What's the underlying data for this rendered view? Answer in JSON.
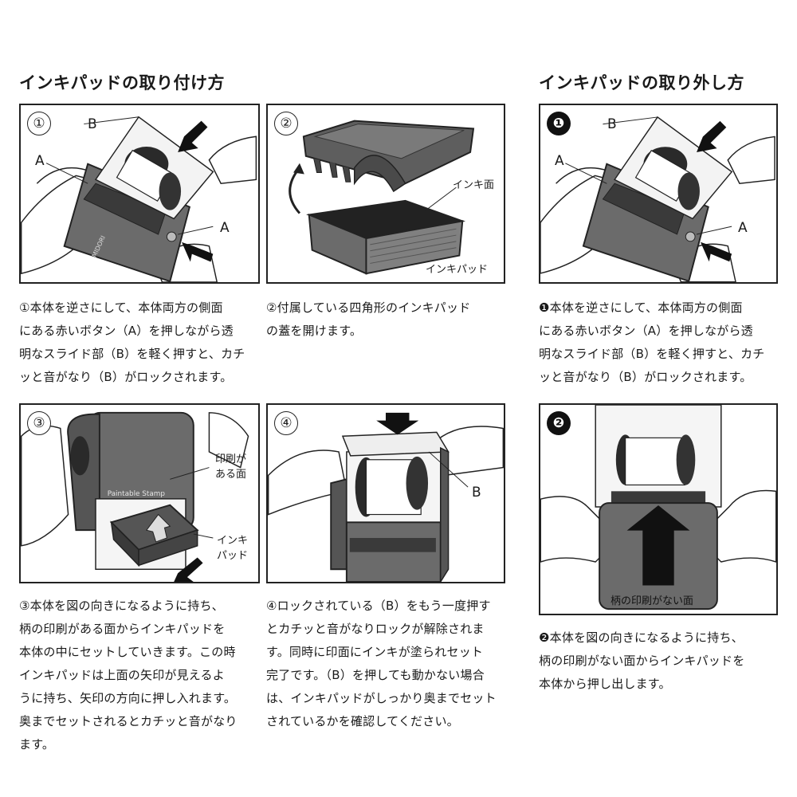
{
  "headings": {
    "attach": "インキパッドの取り付け方",
    "remove": "インキパッドの取り外し方"
  },
  "step_numbers": {
    "p1": "①",
    "p2": "②",
    "p3": "③",
    "p4": "④",
    "r1": "❶",
    "r2": "❷"
  },
  "labels": {
    "p1_b": "B",
    "p1_a_left": "A",
    "p1_a_right": "A",
    "p2_ink_surface": "インキ面",
    "p2_ink_pad": "インキパッド",
    "p3_printed_face": "印刷が\nある面",
    "p3_ink_pad": "インキ\nパッド",
    "p4_b": "B",
    "r1_b": "B",
    "r1_a_left": "A",
    "r1_a_right": "A",
    "r2_no_print_face": "柄の印刷がない面"
  },
  "captions": {
    "c1": "①本体を逆さにして、本体両方の側面\nにある赤いボタン（A）を押しながら透\n明なスライド部（B）を軽く押すと、カチ\nッと音がなり（B）がロックされます。",
    "c2": "②付属している四角形のインキパッド\nの蓋を開けます。",
    "c3": "③本体を図の向きになるように持ち、\n柄の印刷がある面からインキパッドを\n本体の中にセットしていきます。この時\nインキパッドは上面の矢印が見えるよ\nうに持ち、矢印の方向に押し入れます。\n奥までセットされるとカチッと音がなり\nます。",
    "c4": "④ロックされている（B）をもう一度押す\nとカチッと音がなりロックが解除されま\nす。同時に印面にインキが塗られセット\n完了です。（B）を押しても動かない場合\nは、インキパッドがしっかり奥までセット\nされているかを確認してください。",
    "r1": "❶本体を逆さにして、本体両方の側面\nにある赤いボタン（A）を押しながら透\n明なスライド部（B）を軽く押すと、カチ\nッと音がなり（B）がロックされます。",
    "r2": "❷本体を図の向きになるように持ち、\n柄の印刷がない面からインキパッドを\n本体から押し出します。"
  }
}
